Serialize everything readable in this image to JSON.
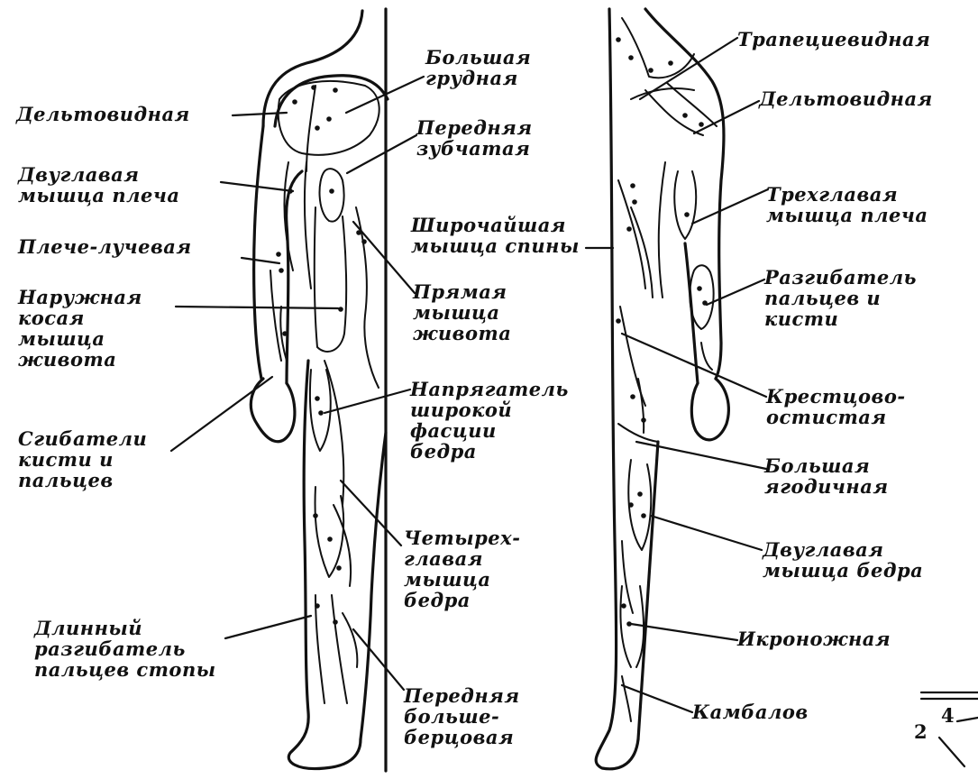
{
  "labels": {
    "front": {
      "deltoid": [
        "Дельтовидная"
      ],
      "pectoralis": [
        "Большая",
        "грудная"
      ],
      "serratus": [
        "Передняя",
        "зубчатая"
      ],
      "biceps": [
        "Двуглавая",
        "мышца плеча"
      ],
      "brachioradialis": [
        "Плече-лучевая"
      ],
      "external_oblique": [
        "Наружная",
        "косая",
        "мышца",
        "живота"
      ],
      "rectus": [
        "Прямая",
        "мышца",
        "живота"
      ],
      "tensor": [
        "Напрягатель",
        "широкой",
        "фасции",
        "бедра"
      ],
      "flexors": [
        "Сгибатели",
        "кисти и",
        "пальцев"
      ],
      "quadriceps": [
        "Четырех-",
        "главая",
        "мышца",
        "бедра"
      ],
      "ext_digitorum": [
        "Длинный",
        "разгибатель",
        "пальцев стопы"
      ],
      "tibialis": [
        "Передняя",
        "больше-",
        "берцовая"
      ]
    },
    "back": {
      "trapezius": [
        "Трапециевидная"
      ],
      "deltoid": [
        "Дельтовидная"
      ],
      "latissimus": [
        "Широчайшая",
        "мышца спины"
      ],
      "triceps": [
        "Трехглавая",
        "мышца плеча"
      ],
      "extensors": [
        "Разгибатель",
        "пальцев и",
        "кисти"
      ],
      "sacrospinal": [
        "Крестцово-",
        "остистая"
      ],
      "gluteus": [
        "Большая",
        "ягодичная"
      ],
      "biceps_femoris": [
        "Двуглавая",
        "мышца бедра"
      ],
      "gastrocnemius": [
        "Икроножная"
      ],
      "soleus": [
        "Камбалов"
      ]
    },
    "corner_numbers": [
      "2",
      "4"
    ]
  }
}
